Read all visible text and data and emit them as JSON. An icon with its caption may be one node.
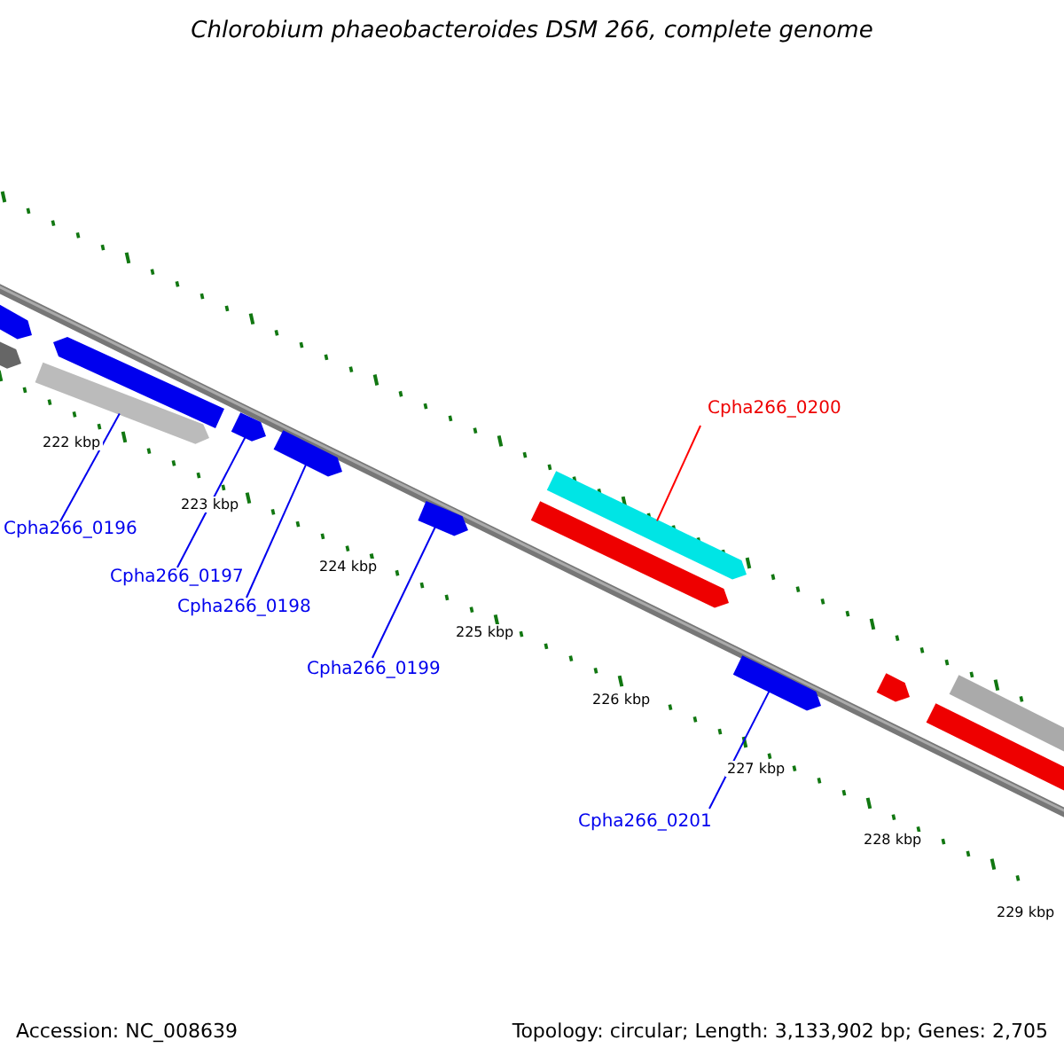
{
  "diagram": {
    "title": "Chlorobium phaeobacteroides DSM 266, complete genome",
    "nodes": [
      {
        "text": [],
        "shape": "bar"
      },
      {
        "text": [],
        "shape": "bar"
      },
      {
        "text": [],
        "shape": "bar"
      },
      {
        "text": [],
        "shape": "bar"
      },
      {
        "text": [],
        "shape": "bar"
      },
      {
        "text": [],
        "shape": "bar"
      },
      {
        "text": [],
        "shape": "bar"
      },
      {
        "text": [],
        "shape": "bar"
      },
      {
        "text": [],
        "shape": "bar"
      },
      {
        "text": [],
        "shape": "bar"
      },
      {
        "text": [],
        "shape": "bar"
      },
      {
        "text": [],
        "shape": "bar"
      },
      {
        "text": [],
        "shape": "bar"
      },
      {
        "text": [
          "Cpha266_0200"
        ]
      },
      {
        "text": [
          "Cpha266_0196"
        ]
      },
      {
        "text": [
          "Cpha266_0197"
        ]
      },
      {
        "text": [
          "Cpha266_0198"
        ]
      },
      {
        "text": [
          "Cpha266_0199"
        ]
      },
      {
        "text": [
          "Cpha266_0201"
        ]
      }
    ],
    "edges": [
      {
        "from": 13,
        "to": 8,
        "arrow": "none",
        "color": "#ff0000"
      },
      {
        "from": 14,
        "to": 3,
        "arrow": "none"
      },
      {
        "from": 15,
        "to": 4,
        "arrow": "none"
      },
      {
        "from": 16,
        "to": 5,
        "arrow": "none"
      },
      {
        "from": 17,
        "to": 6,
        "arrow": "none"
      },
      {
        "from": 18,
        "to": 9,
        "arrow": "none"
      }
    ],
    "labels": [
      "222 kbp",
      "223 kbp",
      "224 kbp",
      "225 kbp",
      "226 kbp",
      "227 kbp",
      "228 kbp",
      "229 kbp",
      "Accession: NC_008639",
      "Topology: circular; Length: 3,133,902 bp; Genes: 2,705"
    ]
  }
}
